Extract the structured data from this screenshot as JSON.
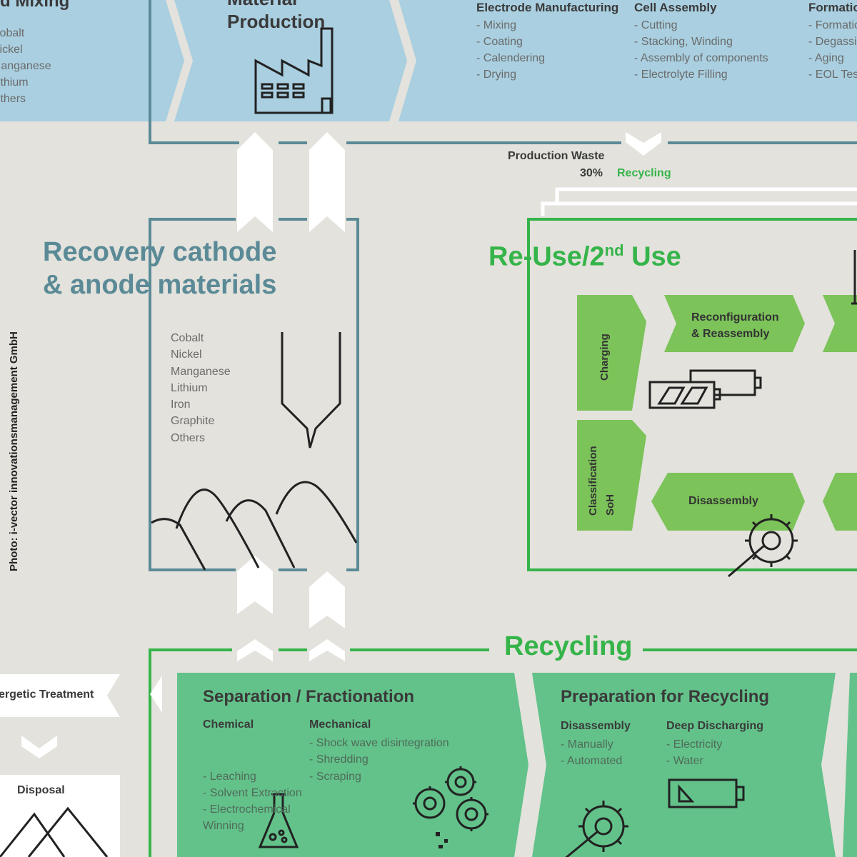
{
  "credit": "Photo: i-vector innovationsmanagement GmbH",
  "top": {
    "mixing_title": "and Mixing",
    "mixing_items": [
      "Cobalt",
      "Nickel",
      "Manganese",
      "Lithium",
      "Others"
    ],
    "material_title": [
      "Material",
      "Production"
    ],
    "electrode_title": "Electrode Manufacturing",
    "electrode_items": [
      "- Mixing",
      "- Coating",
      "- Calendering",
      "- Drying"
    ],
    "cell_title": "Cell Assembly",
    "cell_items": [
      "- Cutting",
      "- Stacking, Winding",
      "- Assembly of components",
      "- Electrolyte Filling"
    ],
    "formation_title": "Formation",
    "formation_items": [
      "- Formation",
      "- Degassing",
      "- Aging",
      "- EOL Test"
    ]
  },
  "production_waste": {
    "label": "Production Waste",
    "percent": "30%",
    "recycling": "Recycling"
  },
  "recovery": {
    "title_line1": "Recovery cathode",
    "title_line2": "& anode materials",
    "items": [
      "Cobalt",
      "Nickel",
      "Manganese",
      "Lithium",
      "Iron",
      "Graphite",
      "Others"
    ]
  },
  "reuse": {
    "title_main": "Re-Use/2",
    "title_sup": "nd",
    "title_end": " Use",
    "charging": "Charging",
    "reconfig_line1": "Reconfiguration",
    "reconfig_line2": "& Reassembly",
    "classification_line1": "Classification",
    "classification_line2": "SoH",
    "disassembly": "Disassembly"
  },
  "recycling": {
    "title": "Recycling",
    "energetic": "ergetic Treatment",
    "disposal": "Disposal",
    "separation_title": "Separation / Fractionation",
    "chemical_title": "Chemical",
    "chemical_items": [
      "- Leaching",
      "- Solvent Extraction",
      "- Electrochemical",
      "  Winning"
    ],
    "mechanical_title": "Mechanical",
    "mechanical_items": [
      "- Shock wave disintegration",
      "- Shredding",
      "- Scraping"
    ],
    "prep_title": "Preparation for Recycling",
    "disassembly_title": "Disassembly",
    "disassembly_items": [
      "- Manually",
      "- Automated"
    ],
    "deep_title": "Deep Discharging",
    "deep_items": [
      "- Electricity",
      "- Water"
    ]
  },
  "colors": {
    "background": "#e3e2dc",
    "top_band": "#a9cfe0",
    "reuse_green": "#7cc35a",
    "recycling_green": "#63c28a",
    "title_green": "#35b44a",
    "teal_text": "#5b8a97",
    "teal_line": "#5b8a97"
  }
}
